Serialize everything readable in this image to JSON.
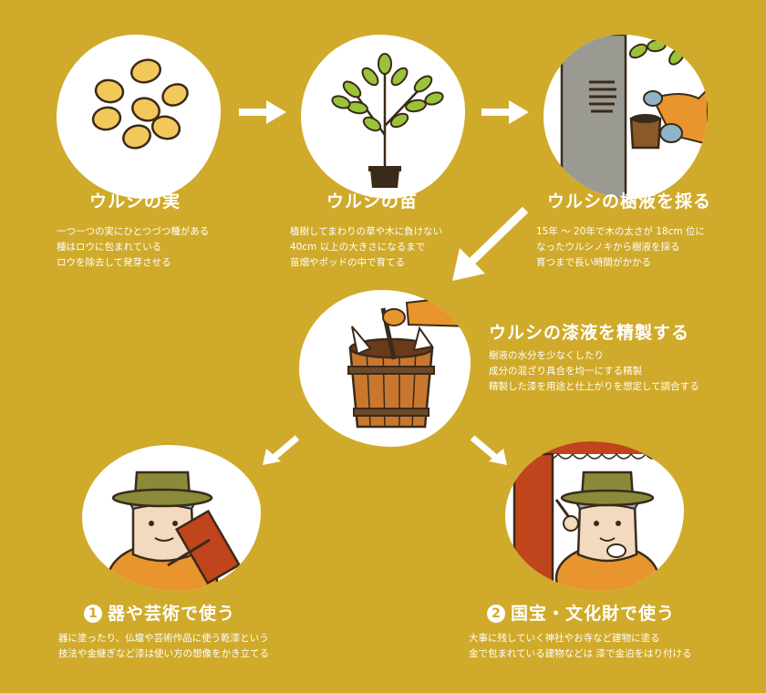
{
  "colors": {
    "background": "#d0aa2a",
    "text": "#ffffff",
    "illustration_fill": "#ffffff",
    "outline": "#3a2a1a",
    "accent_orange": "#e8952e",
    "lacquer_red": "#c0441c",
    "leaf_green": "#9bc33a"
  },
  "steps": [
    {
      "title": "ウルシの実",
      "lines": [
        "一つ一つの実にひとつづつ種がある",
        "種はロウに包まれている",
        "ロウを除去して発芽させる"
      ],
      "illustration": "seeds"
    },
    {
      "title": "ウルシの苗",
      "lines": [
        "植樹してまわりの草や木に負けない",
        "40cm 以上の大きさになるまで",
        "苗畑やポッドの中で育てる"
      ],
      "illustration": "seedling"
    },
    {
      "title": "ウルシの樹液を採る",
      "lines": [
        "15年 〜 20年で木の太さが 18cm 位に",
        "なったウルシノキから樹液を採る",
        "育つまで長い時間がかかる"
      ],
      "illustration": "sap-harvest"
    },
    {
      "title": "ウルシの漆液を精製する",
      "lines": [
        "樹液の水分を少なくしたり",
        "成分の混ざり具合を均一にする精製",
        "精製した漆を用途と仕上がりを想定して調合する"
      ],
      "illustration": "refining-tub"
    },
    {
      "number": "1",
      "title": "器や芸術で使う",
      "lines": [
        "器に塗ったり、仏壇や芸術作品に使う乾漆という",
        "技法や金継ぎなど漆は使い方の想像をかき立てる"
      ],
      "illustration": "artisan-painting"
    },
    {
      "number": "2",
      "title": "国宝・文化財で使う",
      "lines": [
        "大事に残していく神社やお寺など建物に塗る",
        "金で包まれている建物などは 漆で金泊をはり付ける"
      ],
      "illustration": "artisan-building"
    }
  ]
}
